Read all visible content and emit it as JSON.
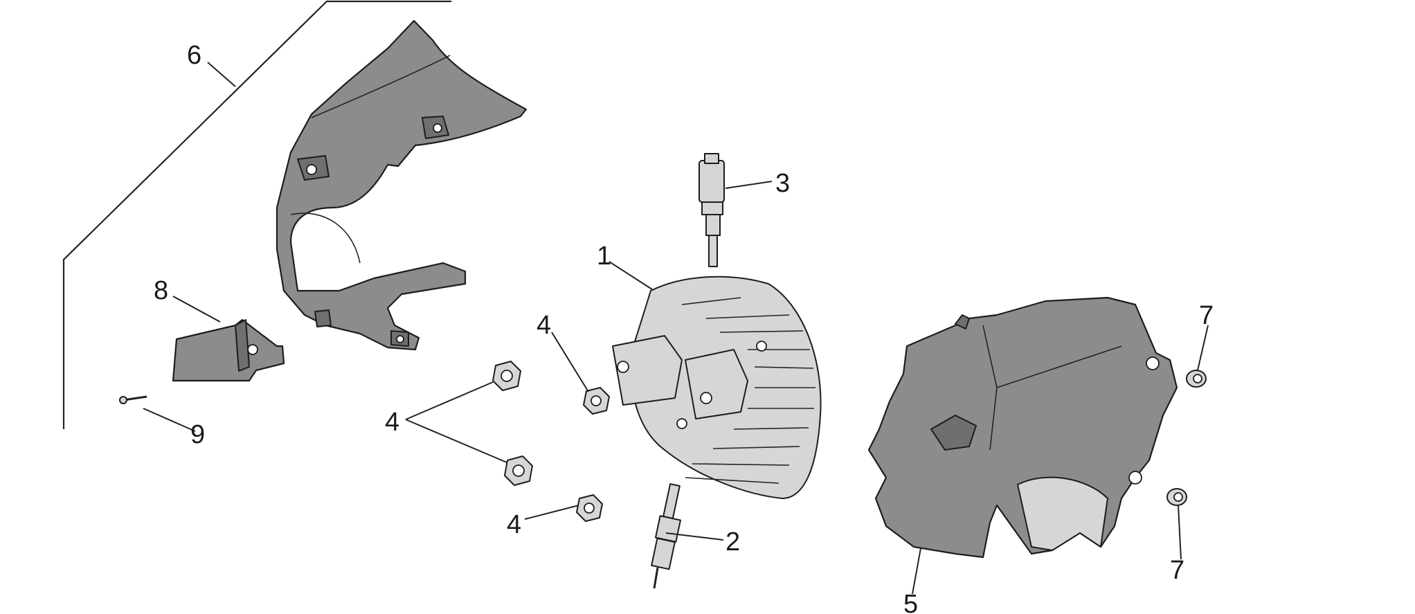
{
  "diagram": {
    "callouts": [
      {
        "id": "c1",
        "label": "1"
      },
      {
        "id": "c2",
        "label": "2"
      },
      {
        "id": "c3",
        "label": "3"
      },
      {
        "id": "c4a",
        "label": "4"
      },
      {
        "id": "c4b",
        "label": "4"
      },
      {
        "id": "c4c",
        "label": "4"
      },
      {
        "id": "c5",
        "label": "5"
      },
      {
        "id": "c6",
        "label": "6"
      },
      {
        "id": "c7a",
        "label": "7"
      },
      {
        "id": "c7b",
        "label": "7"
      },
      {
        "id": "c8",
        "label": "8"
      },
      {
        "id": "c9",
        "label": "9"
      }
    ]
  }
}
